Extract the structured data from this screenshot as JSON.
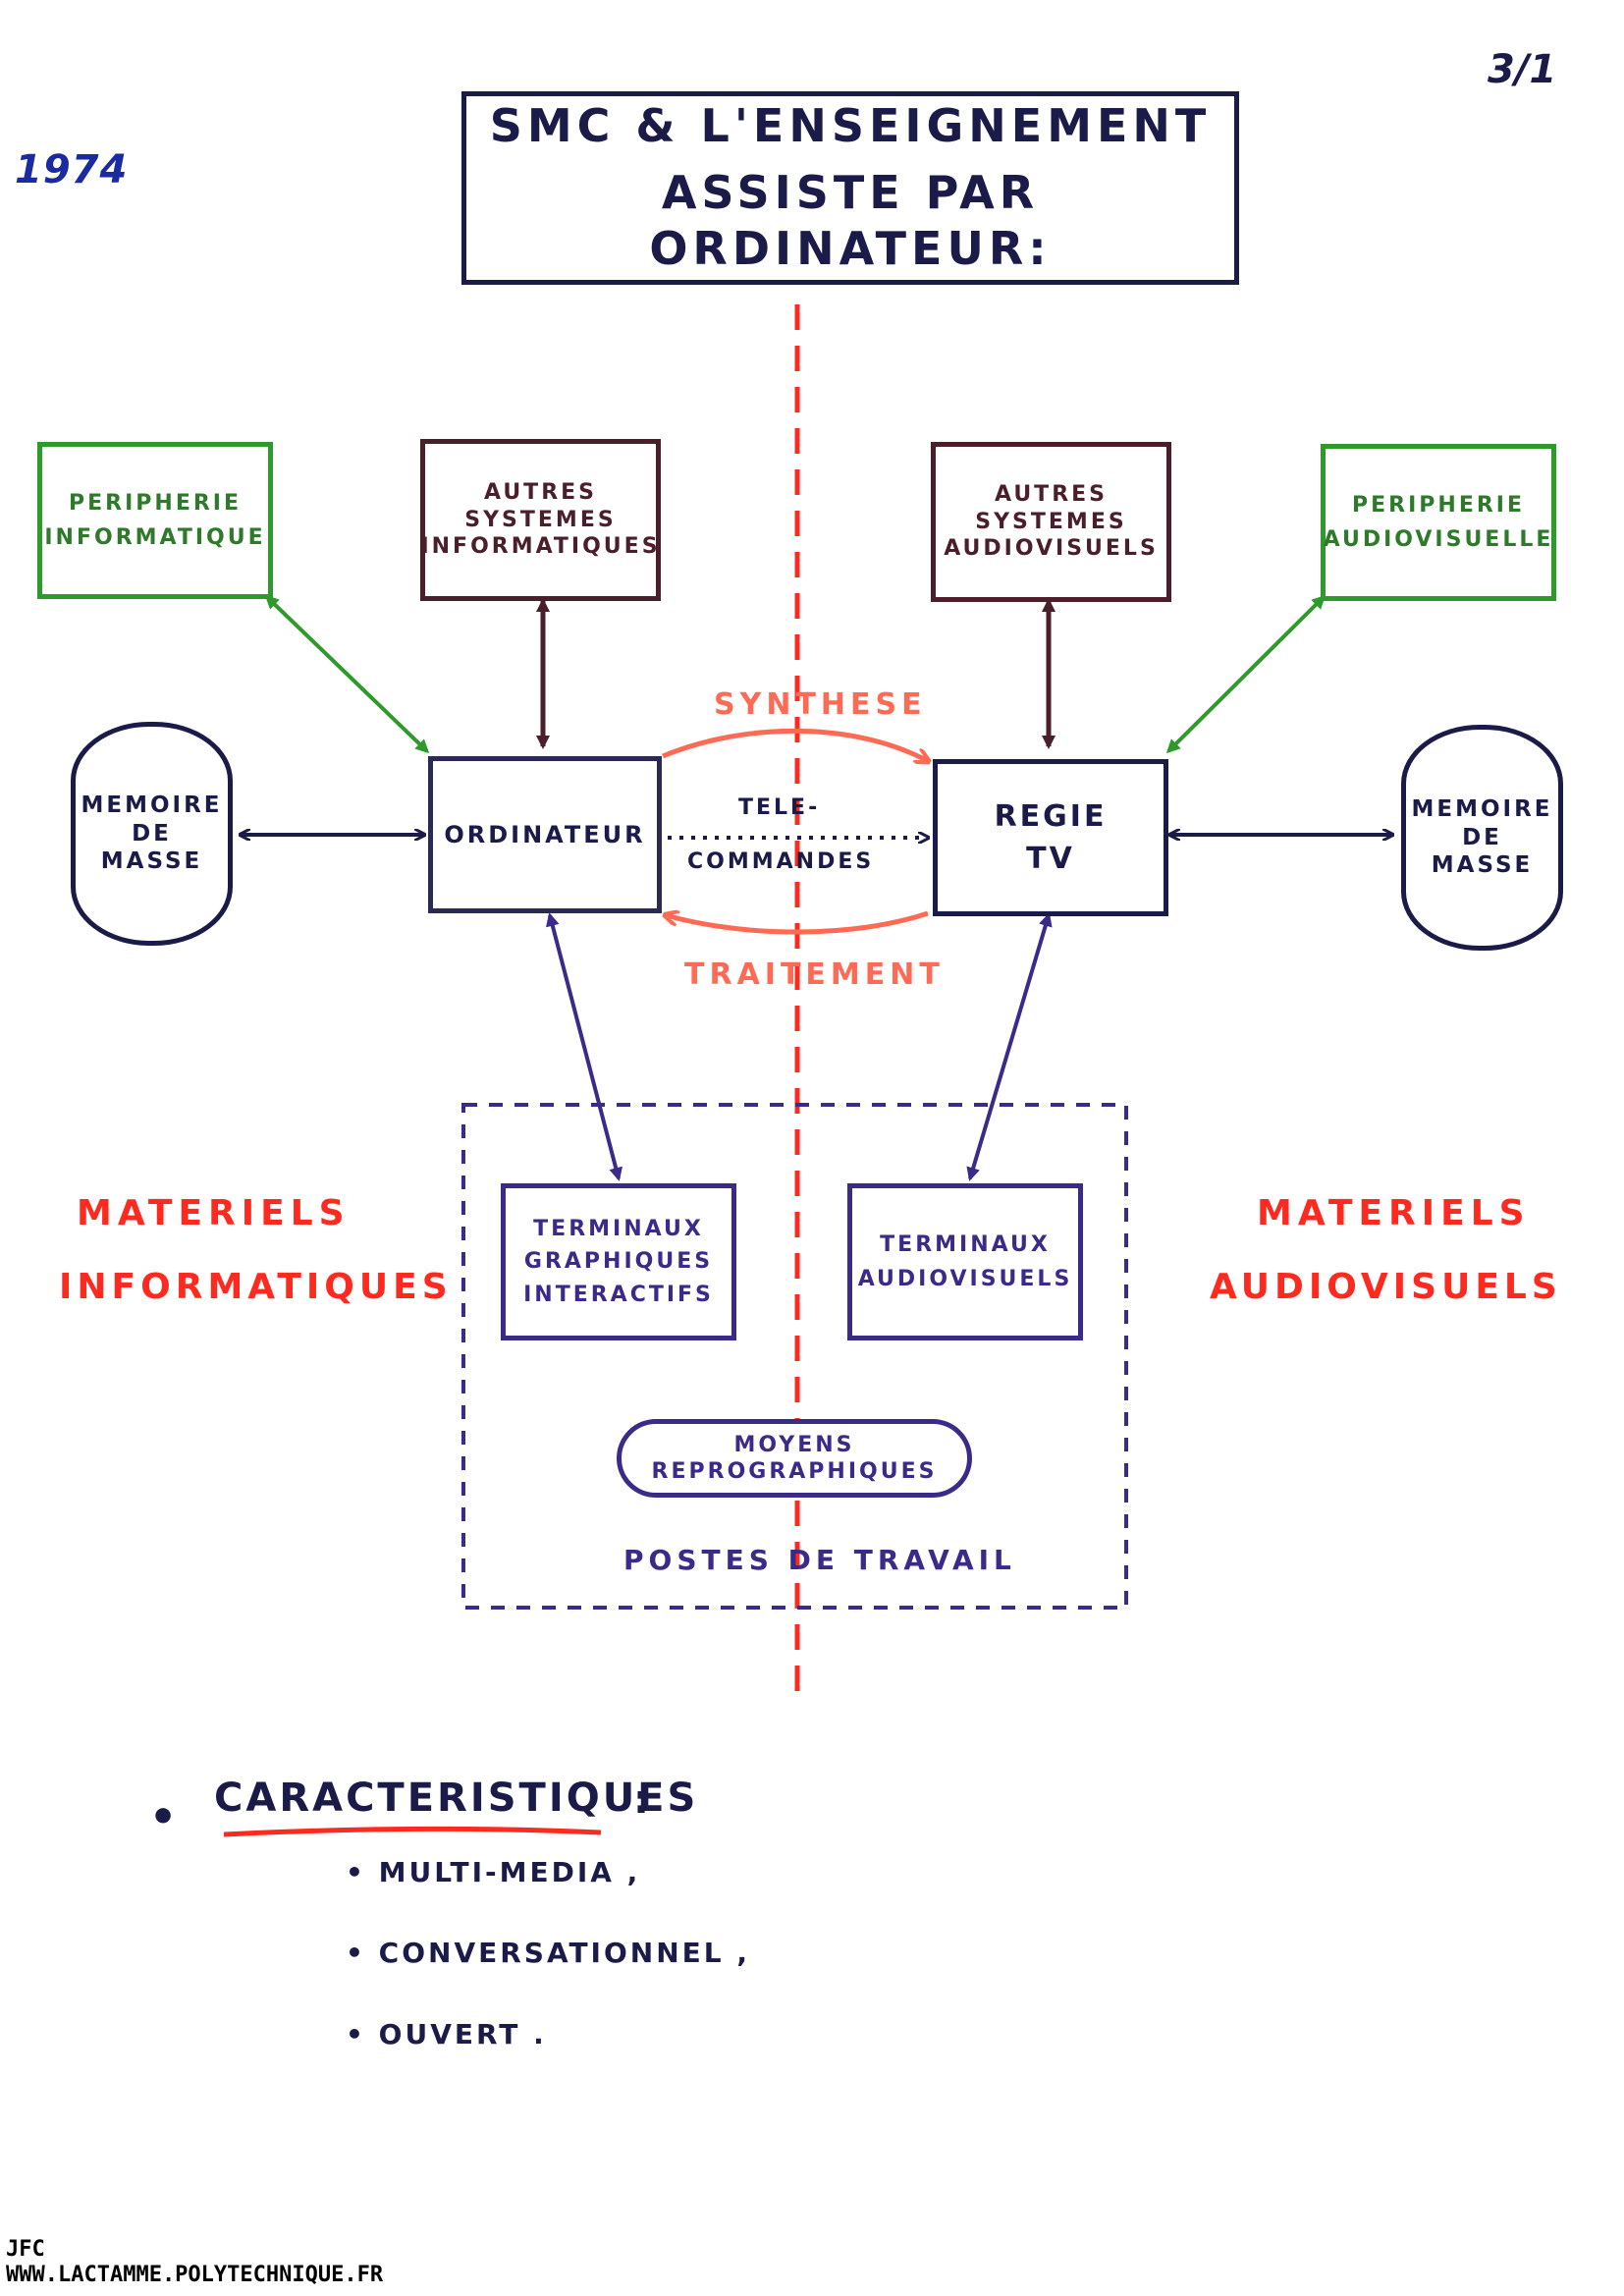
{
  "page": {
    "year": "1974",
    "page_number": "3/1",
    "watermark_initials": "JFC",
    "watermark_url": "WWW.LACTAMME.POLYTECHNIQUE.FR"
  },
  "title": {
    "line1": "SMC & L'ENSEIGNEMENT",
    "line2": "ASSISTE PAR ORDINATEUR:"
  },
  "boxes": {
    "peripherie_info": [
      "PERIPHERIE",
      "INFORMATIQUE"
    ],
    "autres_info": [
      "AUTRES",
      "SYSTEMES",
      "INFORMATIQUES"
    ],
    "autres_av": [
      "AUTRES",
      "SYSTEMES",
      "AUDIOVISUELS"
    ],
    "peripherie_av": [
      "PERIPHERIE",
      "AUDIOVISUELLE"
    ],
    "memoire_left": [
      "MEMOIRE",
      "DE",
      "MASSE"
    ],
    "ordinateur": [
      "ORDINATEUR"
    ],
    "regie": [
      "REGIE",
      "TV"
    ],
    "memoire_right": [
      "MEMOIRE",
      "DE",
      "MASSE"
    ],
    "terminaux_graph": [
      "TERMINAUX",
      "GRAPHIQUES",
      "INTERACTIFS"
    ],
    "terminaux_av": [
      "TERMINAUX",
      "AUDIOVISUELS"
    ],
    "moyens": [
      "MOYENS REPROGRAPHIQUES"
    ]
  },
  "labels": {
    "synthese": "SYNTHESE",
    "telecommandes_1": "TELE-",
    "telecommandes_2": "COMMANDES",
    "traitement": "TRAITEMENT",
    "postes": "POSTES DE TRAVAIL",
    "mat_info_1": "MATERIELS",
    "mat_info_2": "INFORMATIQUES",
    "mat_av_1": "MATERIELS",
    "mat_av_2": "AUDIOVISUELS"
  },
  "characteristics": {
    "heading": "CARACTERISTIQUES",
    "colon": ":",
    "items": [
      "MULTI-MEDIA ,",
      "CONVERSATIONNEL ,",
      "OUVERT ."
    ]
  },
  "colors": {
    "navy": "#1b1b4a",
    "maroon": "#4a1f2a",
    "green": "#2d9a2a",
    "purple": "#3c2a8a",
    "red": "#ff2a1f",
    "salmon": "#ff6a55",
    "year_blue": "#1a2aa0"
  }
}
